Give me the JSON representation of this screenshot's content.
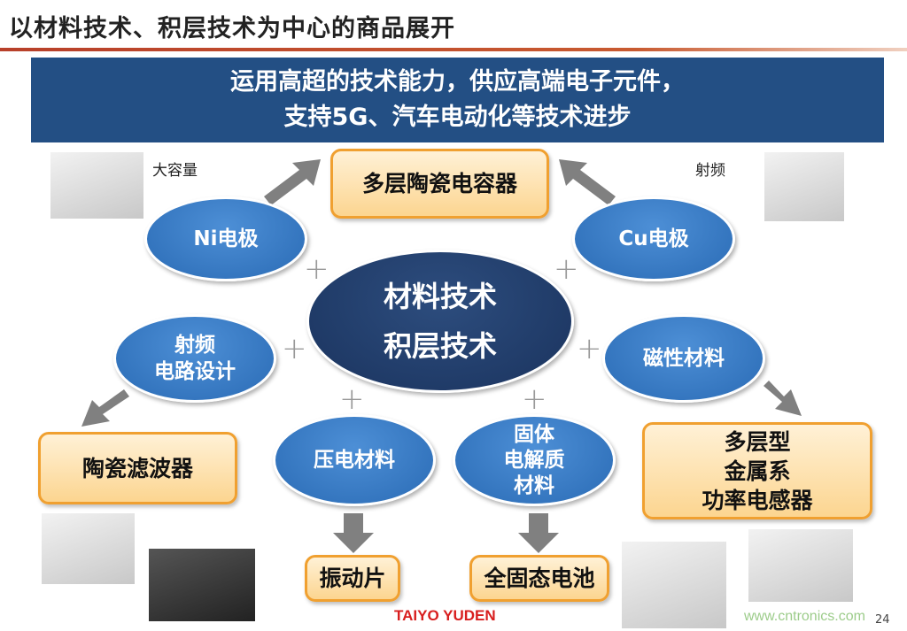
{
  "title": "以材料技术、积层技术为中心的商品展开",
  "banner": {
    "line1": "运用高超的技术能力，供应高端电子元件，",
    "line2": "支持5G、汽车电动化等技术进步"
  },
  "center": {
    "line1": "材料技术",
    "line2": "积层技术"
  },
  "technologies": {
    "ni": "Ni电极",
    "cu": "Cu电极",
    "rf_line1": "射频",
    "rf_line2": "电路设计",
    "magnetic": "磁性材料",
    "piezo": "压电材料",
    "solid_line1": "固体",
    "solid_line2": "电解质",
    "solid_line3": "材料"
  },
  "products": {
    "mlcc": "多层陶瓷电容器",
    "filter": "陶瓷滤波器",
    "inductor_line1": "多层型",
    "inductor_line2": "金属系",
    "inductor_line3": "功率电感器",
    "vibrator": "振动片",
    "battery": "全固态电池"
  },
  "labels": {
    "large_capacity": "大容量",
    "rf": "射频"
  },
  "plus": "+",
  "footer": {
    "logo": "TAIYO YUDEN",
    "watermark": "www.cntronics.com",
    "page": "24"
  }
}
